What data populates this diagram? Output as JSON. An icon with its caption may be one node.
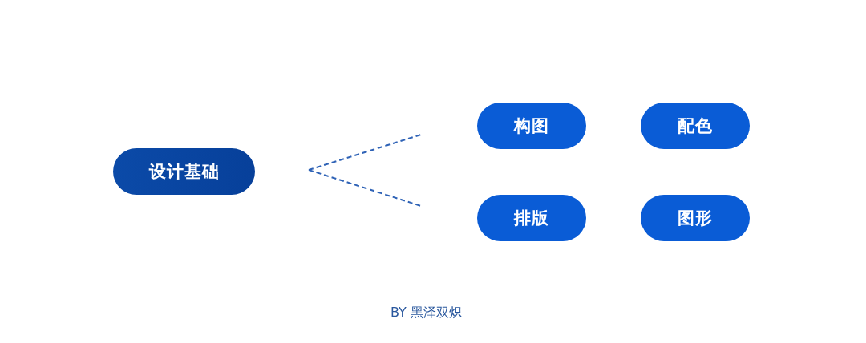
{
  "diagram": {
    "nodes": [
      {
        "text": [
          "设计基础"
        ]
      },
      {
        "text": [
          "构图"
        ]
      },
      {
        "text": [
          "配色"
        ]
      },
      {
        "text": [
          "排版"
        ]
      },
      {
        "text": [
          "图形"
        ]
      }
    ],
    "labels": [
      "BY 黑泽双炽"
    ]
  }
}
